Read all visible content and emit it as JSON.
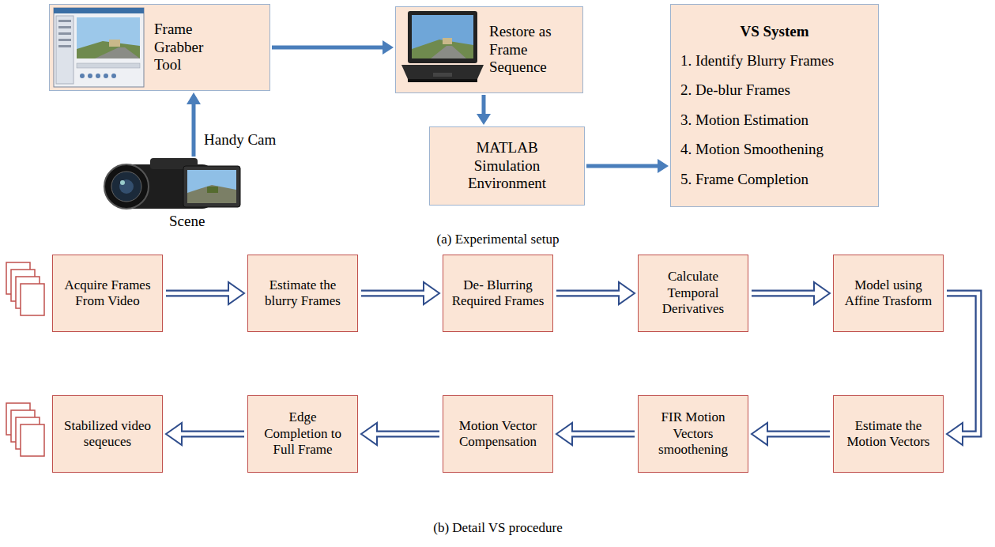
{
  "diagram": {
    "nodes": [
      {
        "text": [
          "Frame Grabber Tool"
        ]
      },
      {
        "text": [
          "Restore as Frame Sequence"
        ]
      },
      {
        "text": [
          "MATLAB Simulation Environment"
        ]
      },
      {
        "text": [
          "VS System",
          "1. Identify Blurry Frames",
          "2. De-blur Frames",
          "3. Motion Estimation",
          "4. Motion Smoothening",
          "5. Frame Completion"
        ]
      },
      {
        "text": [
          "Acquire Frames From Video"
        ]
      },
      {
        "text": [
          "Estimate the blurry Frames"
        ]
      },
      {
        "text": [
          "De- Blurring Required Frames"
        ]
      },
      {
        "text": [
          "Calculate Temporal Derivatives"
        ]
      },
      {
        "text": [
          "Model using Affine Trasform"
        ]
      },
      {
        "text": [
          "Estimate the Motion Vectors"
        ]
      },
      {
        "text": [
          "FIR Motion Vectors smoothening"
        ]
      },
      {
        "text": [
          "Motion Vector Compensation"
        ]
      },
      {
        "text": [
          "Edge Completion to Full Frame"
        ]
      },
      {
        "text": [
          "Stabilized video seqeuces"
        ]
      }
    ],
    "edges": [
      {
        "from": 0,
        "to": 1,
        "arrow": "to"
      },
      {
        "from": 1,
        "to": 2,
        "arrow": "to"
      },
      {
        "from": 2,
        "to": 3,
        "arrow": "to"
      },
      {
        "from": 4,
        "to": 5,
        "arrow": "to"
      },
      {
        "from": 5,
        "to": 6,
        "arrow": "to"
      },
      {
        "from": 6,
        "to": 7,
        "arrow": "to"
      },
      {
        "from": 7,
        "to": 8,
        "arrow": "to"
      },
      {
        "from": 8,
        "to": 9,
        "arrow": "to"
      },
      {
        "from": 9,
        "to": 10,
        "arrow": "to"
      },
      {
        "from": 10,
        "to": 11,
        "arrow": "to"
      },
      {
        "from": 11,
        "to": 12,
        "arrow": "to"
      },
      {
        "from": 12,
        "to": 13,
        "arrow": "to"
      }
    ],
    "labels": [
      "Handy Cam",
      "Scene",
      "(a) Experimental setup",
      "(b) Detail VS procedure"
    ]
  }
}
